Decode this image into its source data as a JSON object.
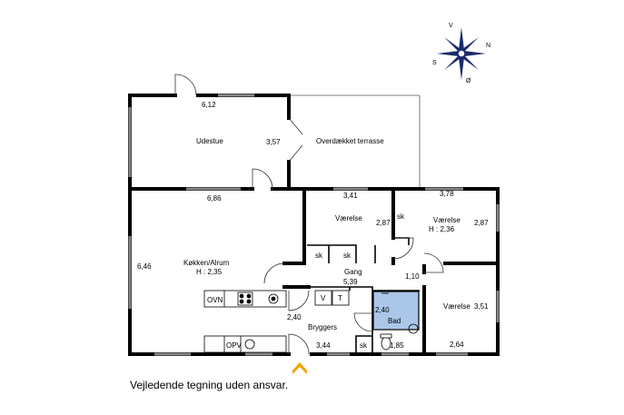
{
  "plan": {
    "disclaimer": "Vejledende tegning uden ansvar.",
    "compass": {
      "north": "N",
      "south": "S",
      "east": "Ø",
      "west": "V"
    },
    "rooms": {
      "udestue": {
        "name": "Udestue",
        "width": "6,12",
        "depth": "3,57"
      },
      "terrasse": {
        "name": "Overdækket terrasse"
      },
      "kokken": {
        "name": "Køkken/Alrum",
        "height": "H : 2,35",
        "width": "6,86",
        "depth": "6,46"
      },
      "vaerelse1": {
        "name": "Værelse",
        "width": "3,41",
        "depth": "2,87"
      },
      "vaerelse2": {
        "name": "Værelse",
        "height": "H : 2,36",
        "width": "3,78",
        "depth": "2,87"
      },
      "gang": {
        "name": "Gang",
        "width": "5,39",
        "depth": "1,10"
      },
      "vaerelse3": {
        "name": "Værelse",
        "width": "2,64",
        "depth": "3,51"
      },
      "bryggers": {
        "name": "Bryggers",
        "width": "3,44",
        "depth": "2,40"
      },
      "bad": {
        "name": "Bad",
        "width": "2,40",
        "depth": "1,85"
      }
    },
    "fixtures": {
      "ovn": "OVN",
      "opv": "OPV",
      "vaskemaskine": "V",
      "torretumbler": "T",
      "skab": "sk"
    }
  }
}
